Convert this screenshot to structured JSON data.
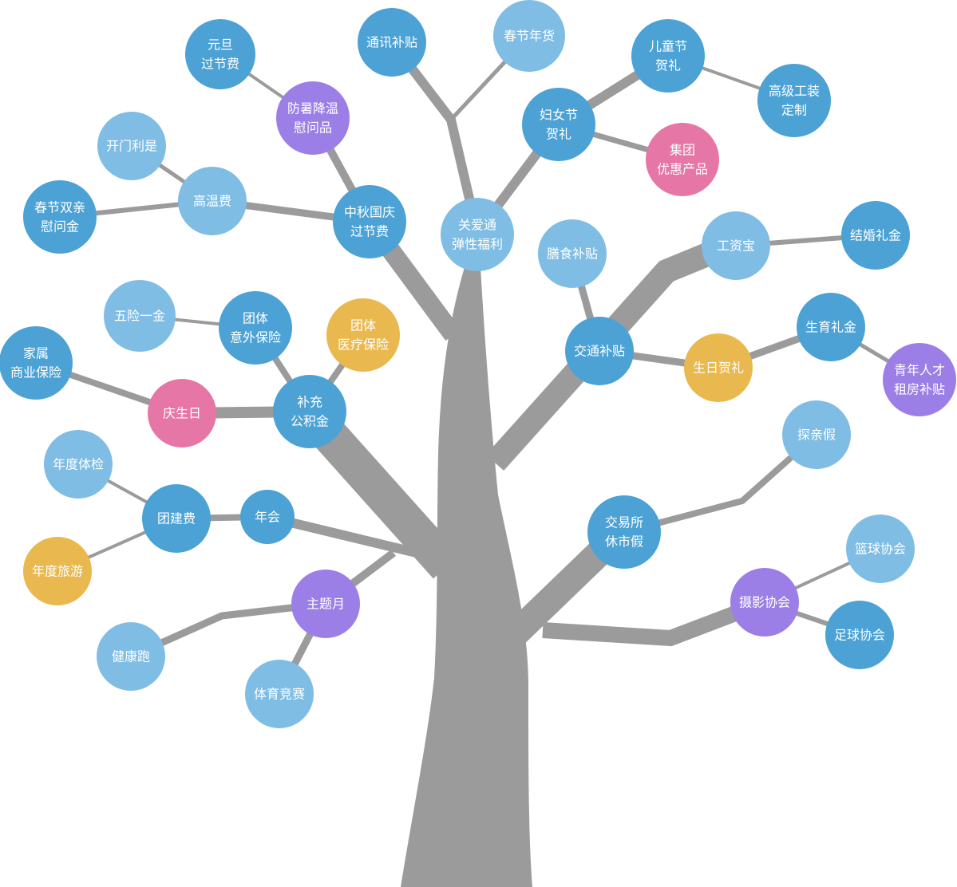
{
  "colors": {
    "trunk": "#9b9b9b",
    "blue_dark": "#4ca2d5",
    "blue_light": "#7fbde4",
    "purple": "#9b7fe6",
    "pink": "#e676a6",
    "yellow": "#e9b94f"
  },
  "nodes": {
    "yuandan_guojiefei": {
      "lines": [
        "元旦",
        "过节费"
      ],
      "color": "blue_dark"
    },
    "fangshu_jiangwen_weiwenpin": {
      "lines": [
        "防暑降温",
        "慰问品"
      ],
      "color": "purple"
    },
    "tongxun_butie": {
      "lines": [
        "通讯补贴"
      ],
      "color": "blue_dark"
    },
    "chunjie_nianhuo": {
      "lines": [
        "春节年货"
      ],
      "color": "blue_light"
    },
    "ertongjie_heli": {
      "lines": [
        "儿童节",
        "贺礼"
      ],
      "color": "blue_dark"
    },
    "gaoji_gongzhuang_dingzhi": {
      "lines": [
        "高级工装",
        "定制"
      ],
      "color": "blue_dark"
    },
    "funvjie_heli": {
      "lines": [
        "妇女节",
        "贺礼"
      ],
      "color": "blue_dark"
    },
    "jituan_youhui_chanpin": {
      "lines": [
        "集团",
        "优惠产品"
      ],
      "color": "pink"
    },
    "kaimen_lishi": {
      "lines": [
        "开门利是"
      ],
      "color": "blue_light"
    },
    "gaowenfei": {
      "lines": [
        "高温费"
      ],
      "color": "blue_light"
    },
    "chunjie_shuangqin_weiwenjin": {
      "lines": [
        "春节双亲",
        "慰问金"
      ],
      "color": "blue_dark"
    },
    "zhongqiu_guoqing_guojiefei": {
      "lines": [
        "中秋国庆",
        "过节费"
      ],
      "color": "blue_dark"
    },
    "guanaitong_tanxing_fuli": {
      "lines": [
        "关爱通",
        "弹性福利"
      ],
      "color": "blue_light"
    },
    "shanshi_butie": {
      "lines": [
        "膳食补贴"
      ],
      "color": "blue_light"
    },
    "gongzibao": {
      "lines": [
        "工资宝"
      ],
      "color": "blue_light"
    },
    "jiehun_lijin": {
      "lines": [
        "结婚礼金"
      ],
      "color": "blue_dark"
    },
    "wuxian_yijin": {
      "lines": [
        "五险一金"
      ],
      "color": "blue_light"
    },
    "tuanti_yiwai_baoxian": {
      "lines": [
        "团体",
        "意外保险"
      ],
      "color": "blue_dark"
    },
    "tuanti_yiliao_baoxian": {
      "lines": [
        "团体",
        "医疗保险"
      ],
      "color": "yellow"
    },
    "jiaotong_butie": {
      "lines": [
        "交通补贴"
      ],
      "color": "blue_dark"
    },
    "shengyu_lijin": {
      "lines": [
        "生育礼金"
      ],
      "color": "blue_dark"
    },
    "jiashu_shangye_baoxian": {
      "lines": [
        "家属",
        "商业保险"
      ],
      "color": "blue_dark"
    },
    "qingshengri": {
      "lines": [
        "庆生日"
      ],
      "color": "pink"
    },
    "buchong_gongjijin": {
      "lines": [
        "补充",
        "公积金"
      ],
      "color": "blue_dark"
    },
    "shengri_heli": {
      "lines": [
        "生日贺礼"
      ],
      "color": "yellow"
    },
    "qingnian_rencai_zufang_butie": {
      "lines": [
        "青年人才",
        "租房补贴"
      ],
      "color": "purple"
    },
    "tanqinjia": {
      "lines": [
        "探亲假"
      ],
      "color": "blue_light"
    },
    "niandu_tijian": {
      "lines": [
        "年度体检"
      ],
      "color": "blue_light"
    },
    "tuanjianfei": {
      "lines": [
        "团建费"
      ],
      "color": "blue_dark"
    },
    "nianhui": {
      "lines": [
        "年会"
      ],
      "color": "blue_dark"
    },
    "jiaoyisuo_xiushijia": {
      "lines": [
        "交易所",
        "休市假"
      ],
      "color": "blue_dark"
    },
    "lanqiu_xiehui": {
      "lines": [
        "篮球协会"
      ],
      "color": "blue_light"
    },
    "niandu_lvyou": {
      "lines": [
        "年度旅游"
      ],
      "color": "yellow"
    },
    "zhutiyue": {
      "lines": [
        "主题月"
      ],
      "color": "purple"
    },
    "sheying_xiehui": {
      "lines": [
        "摄影协会"
      ],
      "color": "purple"
    },
    "zuqiu_xiehui": {
      "lines": [
        "足球协会"
      ],
      "color": "blue_dark"
    },
    "jiankangpao": {
      "lines": [
        "健康跑"
      ],
      "color": "blue_light"
    },
    "tiyu_jingsai": {
      "lines": [
        "体育竞赛"
      ],
      "color": "blue_light"
    }
  }
}
